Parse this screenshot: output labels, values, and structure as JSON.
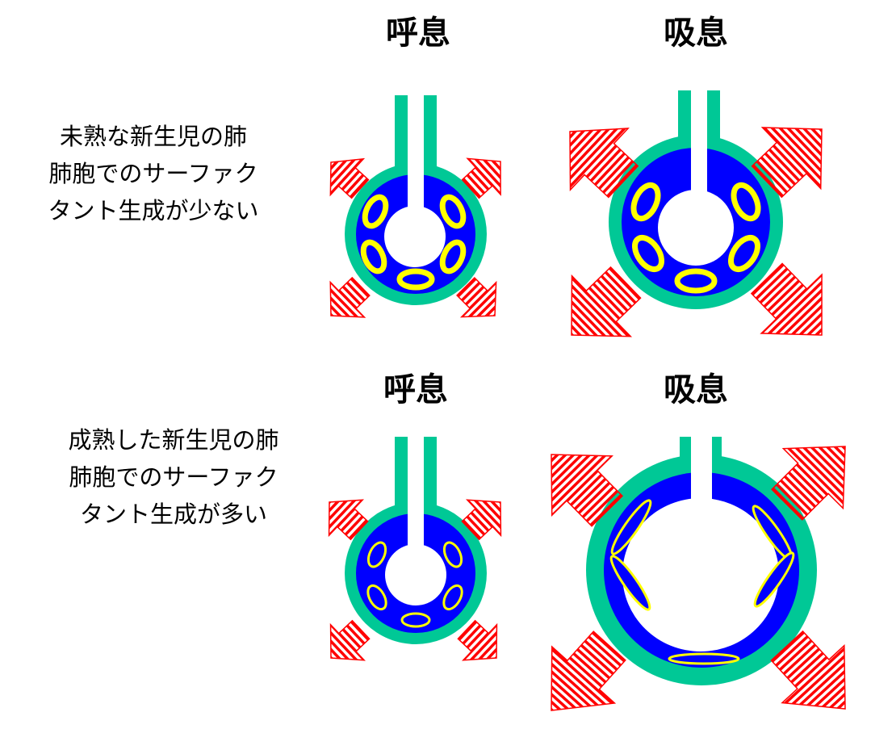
{
  "colors": {
    "wall": "#00c896",
    "fluid": "#0000ff",
    "surfactant": "#ffff00",
    "arrow": "#ff0000",
    "air": "#ffffff"
  },
  "rows": [
    {
      "label_lines": [
        "未熟な新生児の肺",
        "肺胞でのサーファク",
        "タント生成が少ない"
      ],
      "exhale_title": "呼息",
      "inhale_title": "吸息"
    },
    {
      "label_lines": [
        "成熟した新生児の肺",
        "肺胞でのサーファク",
        "タント生成が多い"
      ],
      "exhale_title": "呼息",
      "inhale_title": "吸息"
    }
  ]
}
